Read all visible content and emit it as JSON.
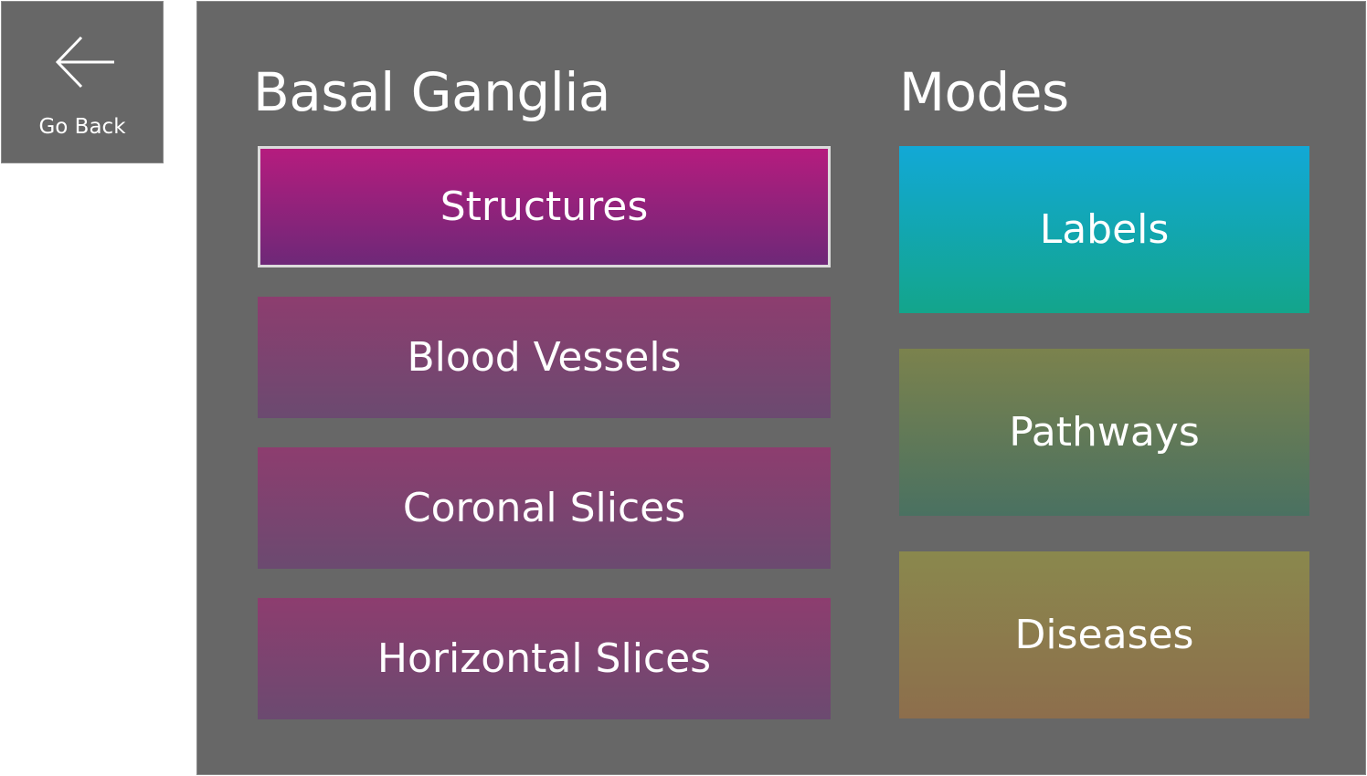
{
  "back": {
    "label": "Go Back",
    "icon": "arrow-left-icon"
  },
  "section": {
    "title": "Basal Ganglia",
    "items": [
      {
        "label": "Structures",
        "selected": true
      },
      {
        "label": "Blood Vessels",
        "selected": false
      },
      {
        "label": "Coronal Slices",
        "selected": false
      },
      {
        "label": "Horizontal Slices",
        "selected": false
      }
    ]
  },
  "modes": {
    "title": "Modes",
    "items": [
      {
        "label": "Labels",
        "color": "#12a8d6"
      },
      {
        "label": "Pathways",
        "color": "#7b824d"
      },
      {
        "label": "Diseases",
        "color": "#8a884d"
      }
    ]
  },
  "colors": {
    "panel_background": "#676767",
    "selected_tile": "#b51c7e",
    "section_tile": "#8d3d6f"
  }
}
